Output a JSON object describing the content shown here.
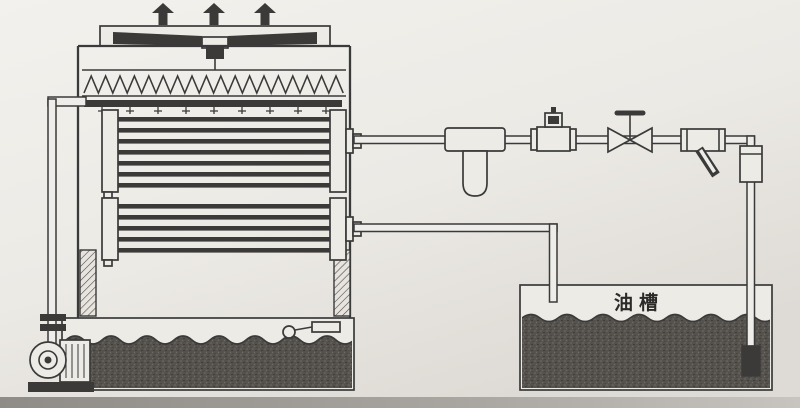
{
  "diagram": {
    "labels": {
      "oil_tank": "油槽"
    },
    "colors": {
      "background": "#eeece8",
      "ink": "#3a3a3a",
      "dark_fill": "#3c3a38",
      "liquid": "#57534f",
      "page_edge": "#9b9792"
    },
    "components": [
      "exhaust-arrows",
      "axial-fan",
      "drift-eliminator",
      "spray-header",
      "finned-coil-bank-upper",
      "finned-coil-bank-lower",
      "air-inlet-louvers",
      "collection-basin",
      "float-valve",
      "circulation-pump",
      "riser-pipe",
      "inline-filter",
      "pressure-regulator",
      "gate-valve",
      "y-strainer",
      "flow-meter",
      "oil-return-pipe",
      "oil-suction-pipe",
      "suction-foot",
      "oil-tank"
    ]
  }
}
